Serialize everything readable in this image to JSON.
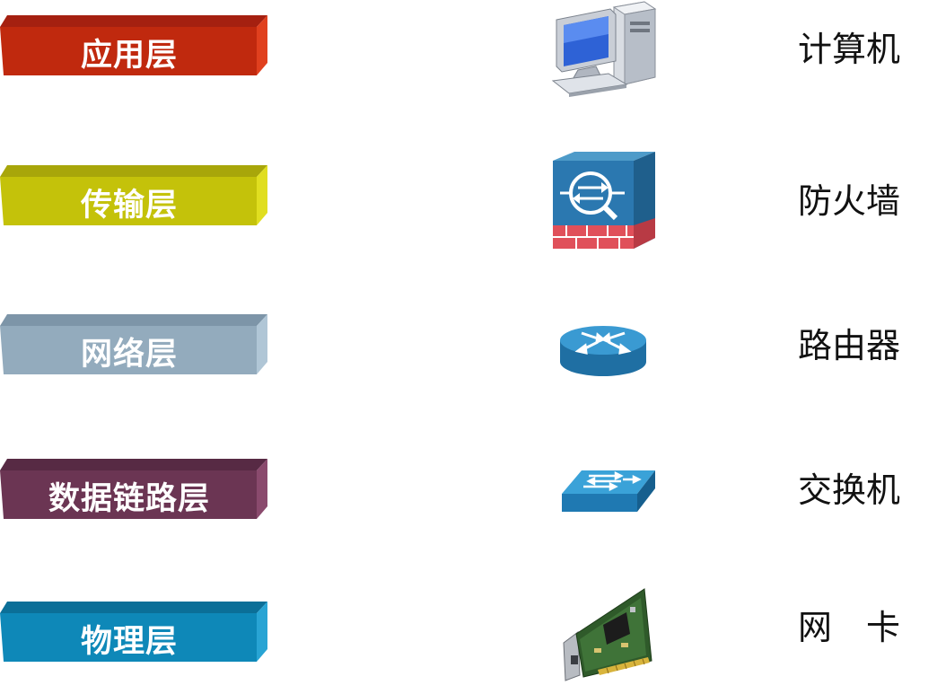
{
  "layers": [
    {
      "label": "应用层",
      "color": "#c0290e",
      "top_color": "#a52010",
      "side_color": "#e0401e"
    },
    {
      "label": "传输层",
      "color": "#c4c20a",
      "top_color": "#a8a60a",
      "side_color": "#e0de20"
    },
    {
      "label": "网络层",
      "color": "#93abbd",
      "top_color": "#7d95a8",
      "side_color": "#b0c6d6"
    },
    {
      "label": "数据链路层",
      "color": "#6b3553",
      "top_color": "#572a44",
      "side_color": "#8a4a6d"
    },
    {
      "label": "物理层",
      "color": "#0e88b8",
      "top_color": "#0b6f98",
      "side_color": "#28a4d4"
    }
  ],
  "devices": [
    {
      "name": "计算机",
      "icon": "computer-icon"
    },
    {
      "name": "防火墙",
      "icon": "firewall-icon"
    },
    {
      "name": "路由器",
      "icon": "router-icon"
    },
    {
      "name": "交换机",
      "icon": "switch-icon"
    },
    {
      "name": "网　卡",
      "icon": "network-card-icon"
    }
  ]
}
